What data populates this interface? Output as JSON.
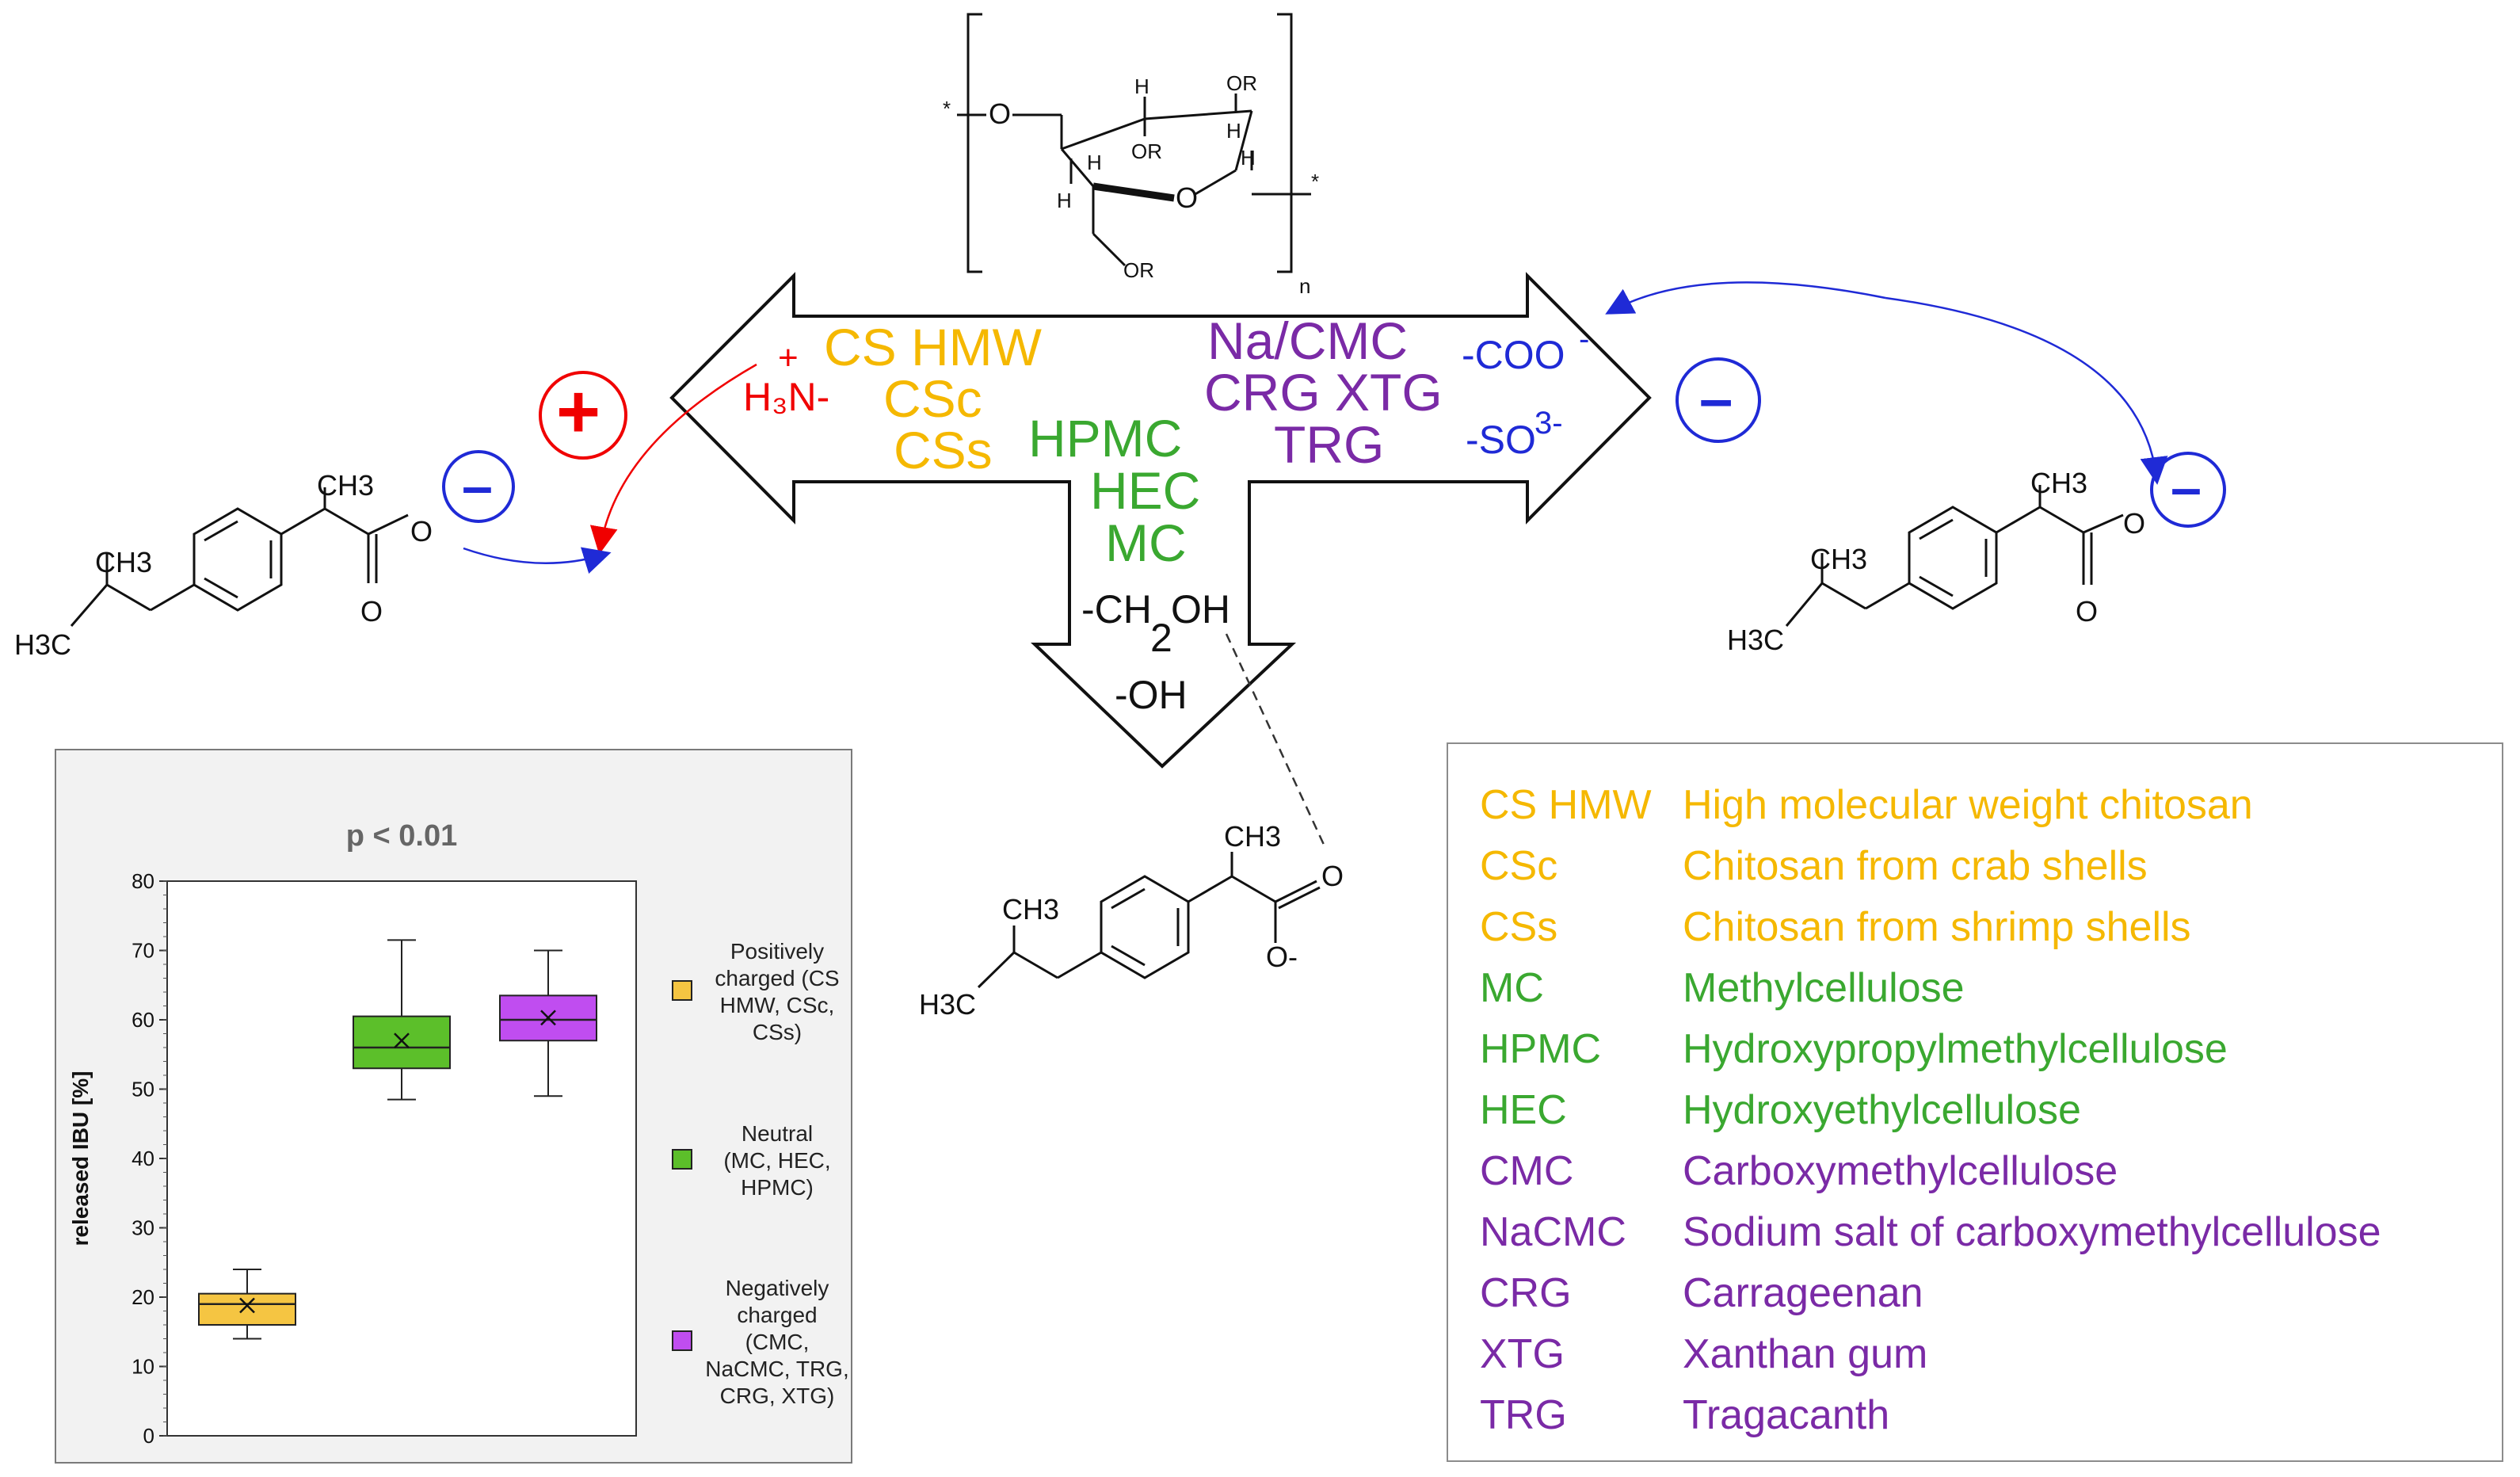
{
  "center": {
    "cation_group": "H₃N-",
    "cation_plus": "+",
    "cation_sub": "3",
    "cationic_polymers": [
      "CS HMW",
      "CSc",
      "CSs"
    ],
    "neutral_polymers": [
      "HPMC",
      "HEC",
      "MC"
    ],
    "anionic_polymers": [
      "Na/CMC",
      "CRG  XTG",
      "TRG"
    ],
    "neutral_groups": [
      "-CH",
      "OH",
      "2",
      "-OH"
    ],
    "anionic_groups": [
      "-COO",
      "-",
      "-SO",
      "3-"
    ],
    "colors": {
      "cationic": "#f5b800",
      "neutral": "#3aa830",
      "anionic": "#7a2aa6",
      "blue": "#1f2ad6",
      "red": "#f00000"
    }
  },
  "charges": {
    "plus": "+",
    "minus": "–"
  },
  "cellulose_unit": {
    "labels": [
      "OR",
      "OR",
      "OR",
      "H",
      "H",
      "H",
      "H",
      "H",
      "O",
      "O",
      "n",
      "*",
      "*"
    ]
  },
  "ibuprofen": {
    "labels": [
      "CH3",
      "CH3",
      "H3C",
      "O",
      "O"
    ],
    "ionized_labels": [
      "CH3",
      "CH3",
      "H3C",
      "O",
      "O-"
    ]
  },
  "legend_table": [
    {
      "abbr": "CS HMW",
      "name": "High molecular weight chitosan",
      "group": "cationic"
    },
    {
      "abbr": "CSc",
      "name": "Chitosan from crab shells",
      "group": "cationic"
    },
    {
      "abbr": "CSs",
      "name": "Chitosan from shrimp shells",
      "group": "cationic"
    },
    {
      "abbr": "MC",
      "name": "Methylcellulose",
      "group": "neutral"
    },
    {
      "abbr": "HPMC",
      "name": "Hydroxypropylmethylcellulose",
      "group": "neutral"
    },
    {
      "abbr": "HEC",
      "name": "Hydroxyethylcellulose",
      "group": "neutral"
    },
    {
      "abbr": "CMC",
      "name": "Carboxymethylcellulose",
      "group": "anionic"
    },
    {
      "abbr": "NaCMC",
      "name": "Sodium salt of carboxymethylcellulose",
      "group": "anionic"
    },
    {
      "abbr": "CRG",
      "name": "Carrageenan",
      "group": "anionic"
    },
    {
      "abbr": "XTG",
      "name": "Xanthan gum",
      "group": "anionic"
    },
    {
      "abbr": "TRG",
      "name": "Tragacanth",
      "group": "anionic"
    }
  ],
  "chart_data": {
    "type": "box",
    "title": "p < 0.01",
    "ylabel": "released IBU [%]",
    "ylim": [
      0,
      80
    ],
    "yticks": [
      0,
      10,
      20,
      30,
      40,
      50,
      60,
      70,
      80
    ],
    "series": [
      {
        "name": "Positively charged (CS HMW, CSc, CSs)",
        "color": "#f5c542",
        "min": 14,
        "q1": 16,
        "median": 19,
        "q3": 20.5,
        "max": 24,
        "mean": 18.8,
        "legend_lines": [
          "Positively",
          "charged (CS",
          "HMW, CSc,",
          "CSs)"
        ]
      },
      {
        "name": "Neutral (MC, HEC, HPMC)",
        "color": "#5cbf2a",
        "min": 48.5,
        "q1": 53,
        "median": 56,
        "q3": 60.5,
        "max": 71.5,
        "mean": 57,
        "legend_lines": [
          "Neutral",
          "(MC, HEC,",
          "HPMC)"
        ]
      },
      {
        "name": "Negatively charged (CMC, NaCMC, TRG, CRG, XTG)",
        "color": "#c04df0",
        "min": 49,
        "q1": 57,
        "median": 60,
        "q3": 63.5,
        "max": 70,
        "mean": 60.3,
        "legend_lines": [
          "Negatively",
          "charged",
          "(CMC,",
          "NaCMC, TRG,",
          "CRG, XTG)"
        ]
      }
    ]
  }
}
